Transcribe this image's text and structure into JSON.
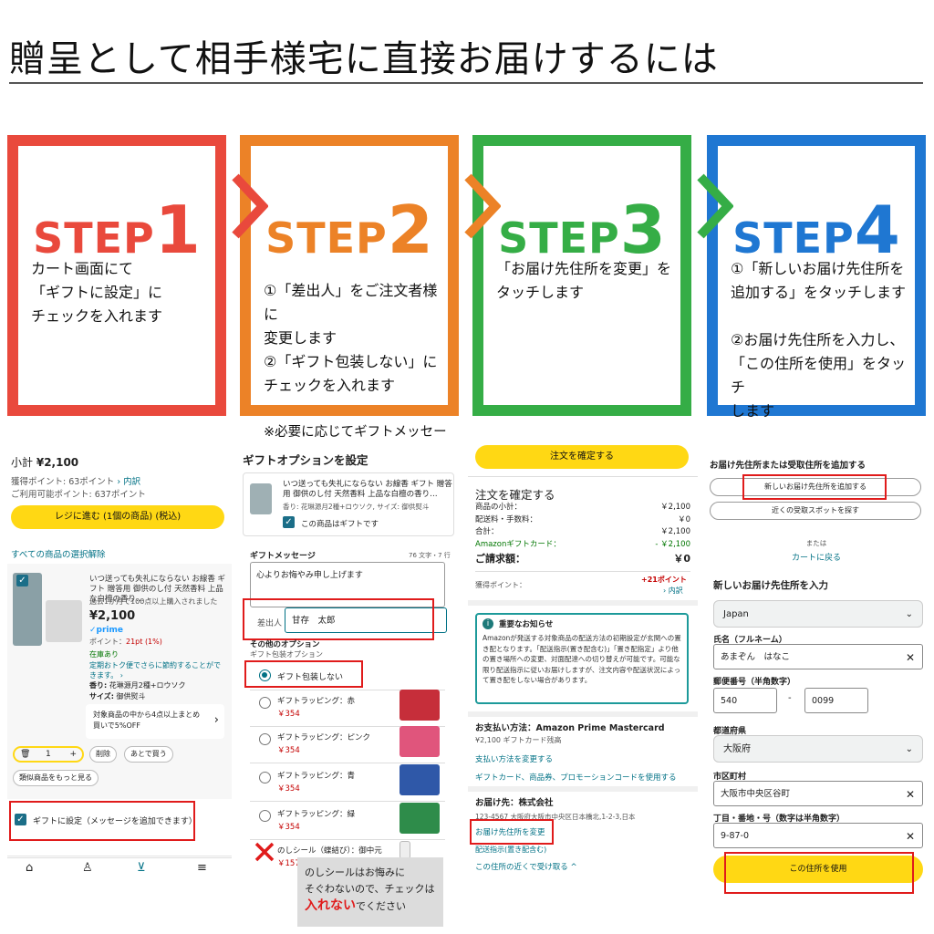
{
  "title": "贈呈として相手様宅に直接お届けするには",
  "steps": [
    {
      "word": "STEP",
      "num": "1",
      "color": "#e9493c",
      "text": "カート画面にて\n「ギフトに設定」に\nチェックを入れます",
      "note": ""
    },
    {
      "word": "STEP",
      "num": "2",
      "color": "#ec8227",
      "text": "①「差出人」をご注文者様に\n変更します\n②「ギフト包装しない」に\nチェックを入れます",
      "note": "※必要に応じてギフトメッセージ\nを入力してください"
    },
    {
      "word": "STEP",
      "num": "3",
      "color": "#35ad46",
      "text": "「お届け先住所を変更」を\nタッチします",
      "note": ""
    },
    {
      "word": "STEP",
      "num": "4",
      "color": "#1f77d2",
      "text": "①「新しいお届け先住所を\n追加する」をタッチします\n\n②お届け先住所を入力し、\n「この住所を使用」をタッチ\nします",
      "note": ""
    }
  ],
  "cart": {
    "subtotal_label": "小計",
    "subtotal_value": "¥2,100",
    "points_line": "獲得ポイント: 63ポイント",
    "points_link": "› 内訳",
    "available_points": "ご利用可能ポイント: 637ポイント",
    "checkout_button": "レジに進む (1個の商品) (税込)",
    "deselect_all": "すべての商品の選択解除",
    "product_title": "いつ送っても失礼にならない お線香 ギフト 贈答用 御供のし付 天然香料 上品な白檀の香り…",
    "bought_note": "過去1か月で100点以上購入されました",
    "price": "¥2,100",
    "prime": "✓prime",
    "point_label": "ポイント：",
    "point_value": "21pt (1%)",
    "stock": "在庫あり",
    "subscribe_note": "定期おトク便でさらに節約することができます。 ›",
    "scent_label": "香り:",
    "scent_value": "花琳源月2種+ロウソク",
    "size_label": "サイズ:",
    "size_value": "御供熨斗",
    "promo": "対象商品の中から4点以上まとめ買いで5%OFF",
    "qty": "1",
    "delete_btn": "削除",
    "later_btn": "あとで買う",
    "similar_btn": "類似商品をもっと見る",
    "gift_check_label": "ギフトに設定（メッセージを追加できます）"
  },
  "gift": {
    "heading": "ギフトオプションを設定",
    "product_title": "いつ送っても失礼にならない お線香 ギフト 贈答用 御供のし付 天然香料 上品な白檀の香り…",
    "product_meta": "香り: 花琳源月2種+ロウソク, サイズ: 御供熨斗",
    "is_gift_label": "この商品はギフトです",
    "message_label": "ギフトメッセージ",
    "message_counter": "76 文字・7 行",
    "message_value": "心よりお悔やみ申し上げます",
    "sender_label": "差出人",
    "sender_value": "甘存　太郎",
    "other_options": "その他のオプション",
    "wrap_options": "ギフト包装オプション",
    "no_wrap": "ギフト包装しない",
    "wraps": [
      {
        "label": "ギフトラッピング：赤",
        "price": "￥354",
        "color": "#c62e3a"
      },
      {
        "label": "ギフトラッピング：ピンク",
        "price": "￥354",
        "color": "#e0557c"
      },
      {
        "label": "ギフトラッピング：青",
        "price": "￥354",
        "color": "#2f58a8"
      },
      {
        "label": "ギフトラッピング：緑",
        "price": "￥354",
        "color": "#2e8c4a"
      }
    ],
    "noshi_label": "のしシール（蝶結び）：御中元",
    "noshi_price": "￥157",
    "warning_line1": "のしシールはお悔みに",
    "warning_line2": "そぐわないので、チェックは",
    "warning_strong": "入れない",
    "warning_tail": "でください"
  },
  "confirm": {
    "top_button": "注文を確定する",
    "heading": "注文を確定する",
    "rows": [
      {
        "label": "商品の小計：",
        "value": "￥2,100"
      },
      {
        "label": "配送料・手数料：",
        "value": "￥0"
      },
      {
        "label": "合計：",
        "value": "￥2,100"
      },
      {
        "label": "Amazonギフトカード：",
        "value": "- ￥2,100"
      }
    ],
    "total_label": "ご請求額：",
    "total_value": "￥0",
    "points_label": "獲得ポイント：",
    "points_value": "+21ポイント",
    "points_link": "› 内訳",
    "notice_title": "重要なお知らせ",
    "notice_body": "Amazonが発送する対象商品の配送方法の初期設定が玄関への置き配となります。「配送指示(置き配含む)」「置き配指定」より他の置き場所への変更、対面配達への切り替えが可能です。可能な限り配送指示に従いお届けしますが、注文内容や配送状況によって置き配をしない場合があります。",
    "payment_title": "お支払い方法：Amazon Prime Mastercard",
    "payment_sub": "¥2,100 ギフトカード残高",
    "payment_change": "支払い方法を変更する",
    "payment_promo": "ギフトカード、商品券、プロモーションコードを使用する",
    "ship_title": "お届け先：株式会社",
    "ship_address": "123-4567 大阪府大阪市中央区日本橋北,1-2-3,日本",
    "ship_change": "お届け先住所を変更",
    "ship_instructions": "配送指示(置き配含む)",
    "ship_nearby": "この住所の近くで受け取る ^"
  },
  "address": {
    "heading": "お届け先住所または受取住所を追加する",
    "add_new_button": "新しいお届け先住所を追加する",
    "pickup_button": "近くの受取スポットを探す",
    "or": "または",
    "back_to_cart": "カートに戻る",
    "form_heading": "新しいお届け先住所を入力",
    "country": "Japan",
    "name_label": "氏名（フルネーム）",
    "name_value": "あまぞん　はなこ",
    "zip_label": "郵便番号（半角数字）",
    "zip1": "540",
    "zip_dash": "-",
    "zip2": "0099",
    "pref_label": "都道府県",
    "pref_value": "大阪府",
    "city_label": "市区町村",
    "city_value": "大阪市中央区谷町",
    "street_label": "丁目・番地・号（数字は半角数字）",
    "street_value": "9-87-0",
    "use_button": "この住所を使用"
  }
}
